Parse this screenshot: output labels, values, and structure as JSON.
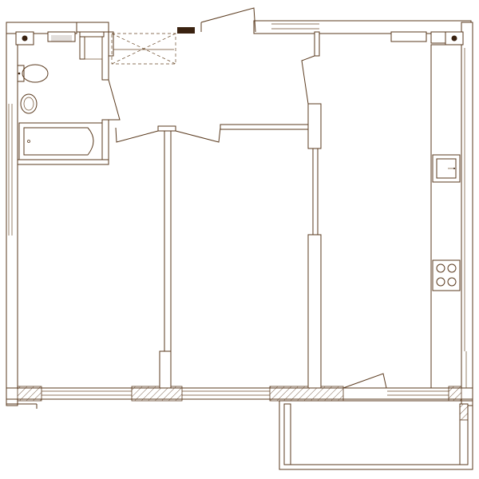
{
  "plan": {
    "type": "apartment floor plan",
    "rooms": [
      {
        "id": "bathroom",
        "fixtures": [
          "toilet-icon",
          "sink-icon",
          "bathtub-icon"
        ]
      },
      {
        "id": "hallway",
        "fixtures": [
          "wardrobe-icon"
        ]
      },
      {
        "id": "bedroom",
        "fixtures": []
      },
      {
        "id": "living-room",
        "fixtures": []
      },
      {
        "id": "kitchen",
        "fixtures": [
          "kitchen-sink-icon",
          "stove-icon"
        ]
      },
      {
        "id": "balcony",
        "fixtures": []
      }
    ],
    "colors": {
      "line": "#5a3a1e",
      "accent": "#3a2210",
      "background": "#ffffff"
    }
  }
}
